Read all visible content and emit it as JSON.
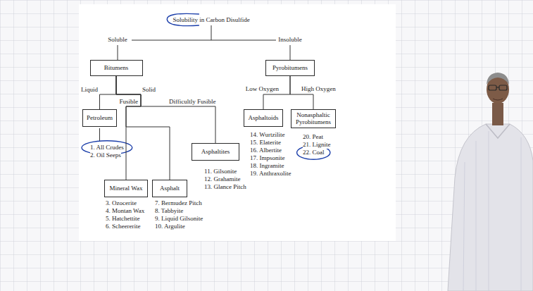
{
  "diagram": {
    "nodes": [
      {
        "text": [
          "Bitumens"
        ]
      },
      {
        "text": [
          "Pyrobitumens"
        ]
      },
      {
        "text": [
          "Petroleum"
        ]
      },
      {
        "text": [
          "Mineral Wax"
        ]
      },
      {
        "text": [
          "Asphalt"
        ]
      },
      {
        "text": [
          "Asphaltites"
        ]
      },
      {
        "text": [
          "Asphaltoids"
        ]
      },
      {
        "text": [
          "Nonasphaltic Pyrobitumens"
        ]
      }
    ],
    "edges": [
      {
        "from": 0,
        "to": 2,
        "arrow": "none"
      },
      {
        "from": 0,
        "to": 3,
        "arrow": "none"
      },
      {
        "from": 0,
        "to": 4,
        "arrow": "none"
      },
      {
        "from": 0,
        "to": 5,
        "arrow": "none"
      },
      {
        "from": 1,
        "to": 6,
        "arrow": "none"
      },
      {
        "from": 1,
        "to": 7,
        "arrow": "none"
      }
    ],
    "labels": [
      "Solubility in Carbon Disulfide",
      "Soluble",
      "Insoluble",
      "Liquid",
      "Solid",
      "Fusible",
      "Difficultly Fusible",
      "Low Oxygen",
      "High Oxygen",
      "1. All Crudes",
      "2. Oil Seeps",
      "3. Ozocerite",
      "4. Montan Wax",
      "5. Hatchettite",
      "6. Scheererite",
      "7. Bermudez Pitch",
      "8. Tabbyite",
      "9. Liquid Gilsonite",
      "10. Argulite",
      "11. Gilsonite",
      "12. Grahamite",
      "13. Glance Pitch",
      "14. Wurtzilite",
      "15. Elaterite",
      "16. Albertite",
      "17. Impsonite",
      "18. Ingramite",
      "19. Anthraxolite",
      "20. Peat",
      "21. Lignite",
      "22. Coal"
    ]
  }
}
